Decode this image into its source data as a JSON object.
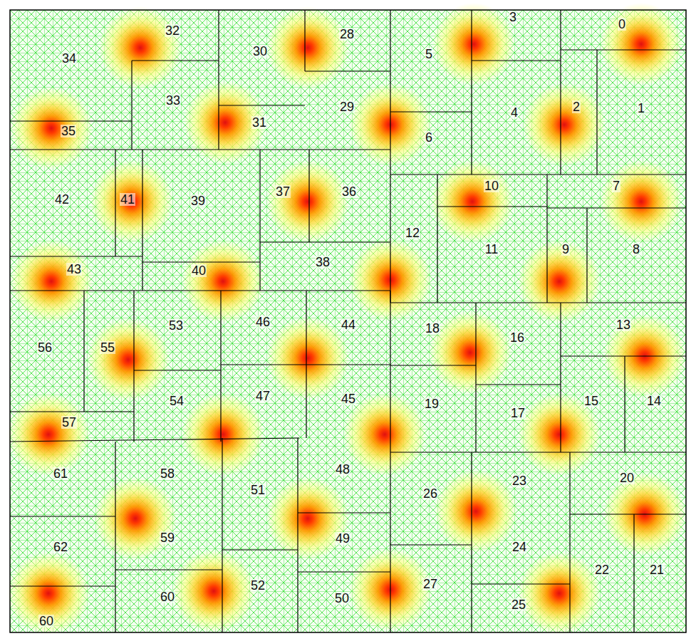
{
  "diagram": {
    "labels": [
      "0",
      "1",
      "2",
      "3",
      "4",
      "5",
      "6",
      "7",
      "8",
      "9",
      "10",
      "11",
      "12",
      "13",
      "14",
      "15",
      "16",
      "17",
      "18",
      "19",
      "20",
      "21",
      "22",
      "23",
      "24",
      "25",
      "26",
      "27",
      "28",
      "29",
      "30",
      "31",
      "32",
      "33",
      "34",
      "35",
      "36",
      "37",
      "38",
      "39",
      "40",
      "41",
      "42",
      "43",
      "44",
      "45",
      "46",
      "47",
      "48",
      "49",
      "50",
      "51",
      "52",
      "53",
      "54",
      "55",
      "56",
      "57",
      "58",
      "59",
      "60",
      "61",
      "62",
      "60"
    ]
  }
}
